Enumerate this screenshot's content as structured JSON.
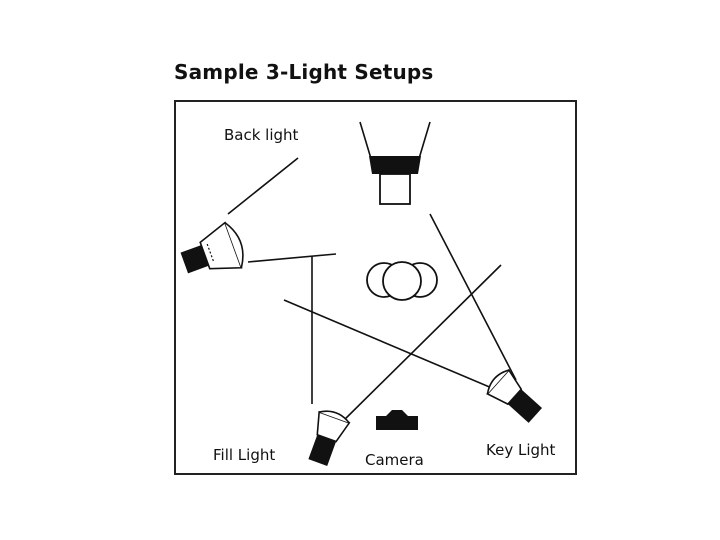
{
  "title": "Sample 3-Light Setups",
  "labels": {
    "back_light": "Back light",
    "fill_light": "Fill Light",
    "key_light": "Key Light",
    "camera": "Camera"
  },
  "colors": {
    "ink": "#111111",
    "frame": "#222222",
    "background": "#ffffff"
  },
  "icons": {
    "back_light": "spotlight-icon",
    "fill_light": "spotlight-icon",
    "key_light": "spotlight-icon",
    "overhead_light": "overhead-light-icon",
    "subject": "subject-icon",
    "camera": "camera-icon"
  }
}
